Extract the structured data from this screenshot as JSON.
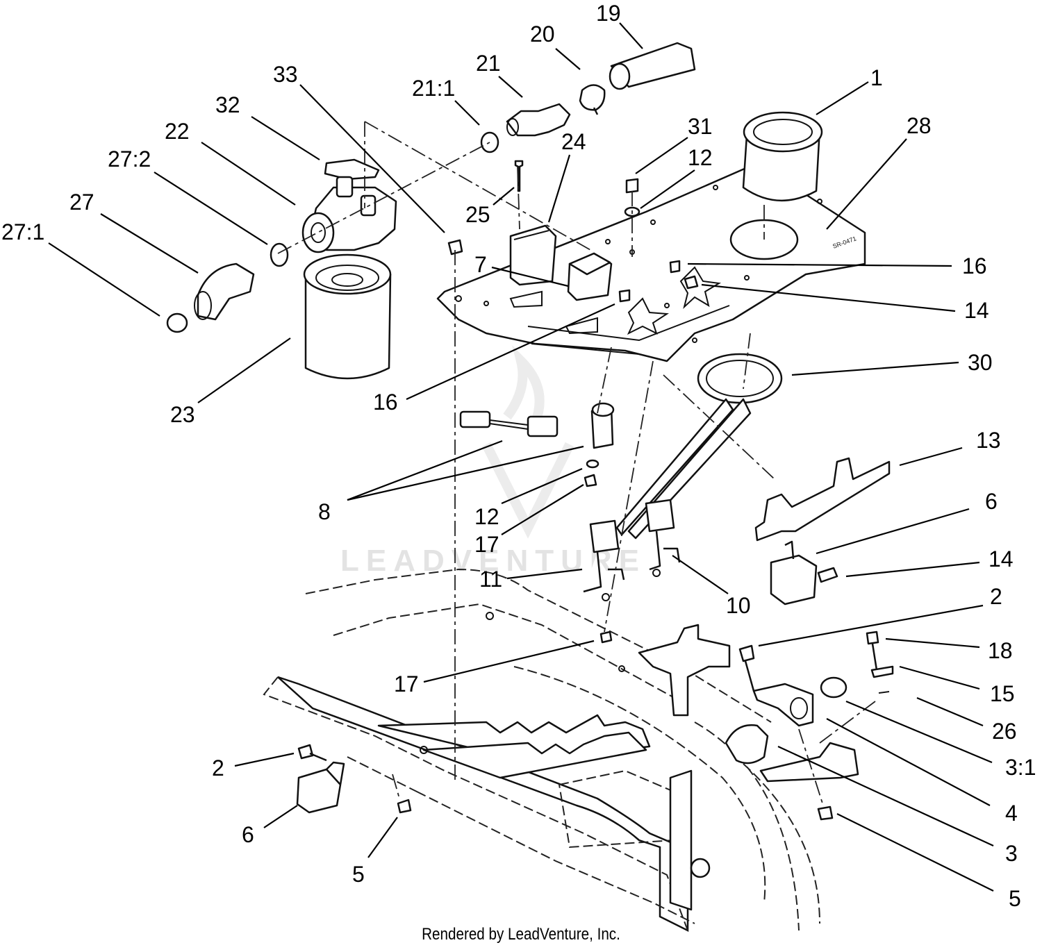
{
  "callouts": [
    {
      "id": "c19",
      "label": "19"
    },
    {
      "id": "c20",
      "label": "20"
    },
    {
      "id": "c21",
      "label": "21"
    },
    {
      "id": "c21_1",
      "label": "21:1"
    },
    {
      "id": "c33",
      "label": "33"
    },
    {
      "id": "c32",
      "label": "32"
    },
    {
      "id": "c22",
      "label": "22"
    },
    {
      "id": "c27_2",
      "label": "27:2"
    },
    {
      "id": "c27",
      "label": "27"
    },
    {
      "id": "c27_1",
      "label": "27:1"
    },
    {
      "id": "c1",
      "label": "1"
    },
    {
      "id": "c28",
      "label": "28"
    },
    {
      "id": "c31",
      "label": "31"
    },
    {
      "id": "c12a",
      "label": "12"
    },
    {
      "id": "c24",
      "label": "24"
    },
    {
      "id": "c25",
      "label": "25"
    },
    {
      "id": "c7",
      "label": "7"
    },
    {
      "id": "c16a",
      "label": "16"
    },
    {
      "id": "c14a",
      "label": "14"
    },
    {
      "id": "c16b",
      "label": "16"
    },
    {
      "id": "c30",
      "label": "30"
    },
    {
      "id": "c23",
      "label": "23"
    },
    {
      "id": "c13",
      "label": "13"
    },
    {
      "id": "c8",
      "label": "8"
    },
    {
      "id": "c12b",
      "label": "12"
    },
    {
      "id": "c17a",
      "label": "17"
    },
    {
      "id": "c6a",
      "label": "6"
    },
    {
      "id": "c14b",
      "label": "14"
    },
    {
      "id": "c11",
      "label": "11"
    },
    {
      "id": "c10",
      "label": "10"
    },
    {
      "id": "c2a",
      "label": "2"
    },
    {
      "id": "c18",
      "label": "18"
    },
    {
      "id": "c17b",
      "label": "17"
    },
    {
      "id": "c15",
      "label": "15"
    },
    {
      "id": "c26",
      "label": "26"
    },
    {
      "id": "c3_1",
      "label": "3:1"
    },
    {
      "id": "c2b",
      "label": "2"
    },
    {
      "id": "c4",
      "label": "4"
    },
    {
      "id": "c6b",
      "label": "6"
    },
    {
      "id": "c3",
      "label": "3"
    },
    {
      "id": "c5a",
      "label": "5"
    },
    {
      "id": "c5b",
      "label": "5"
    }
  ],
  "watermark": {
    "text": "LEADVENTURE"
  },
  "decal": {
    "text": "SR-0471"
  },
  "footer": {
    "text": "Rendered by LeadVenture, Inc."
  }
}
